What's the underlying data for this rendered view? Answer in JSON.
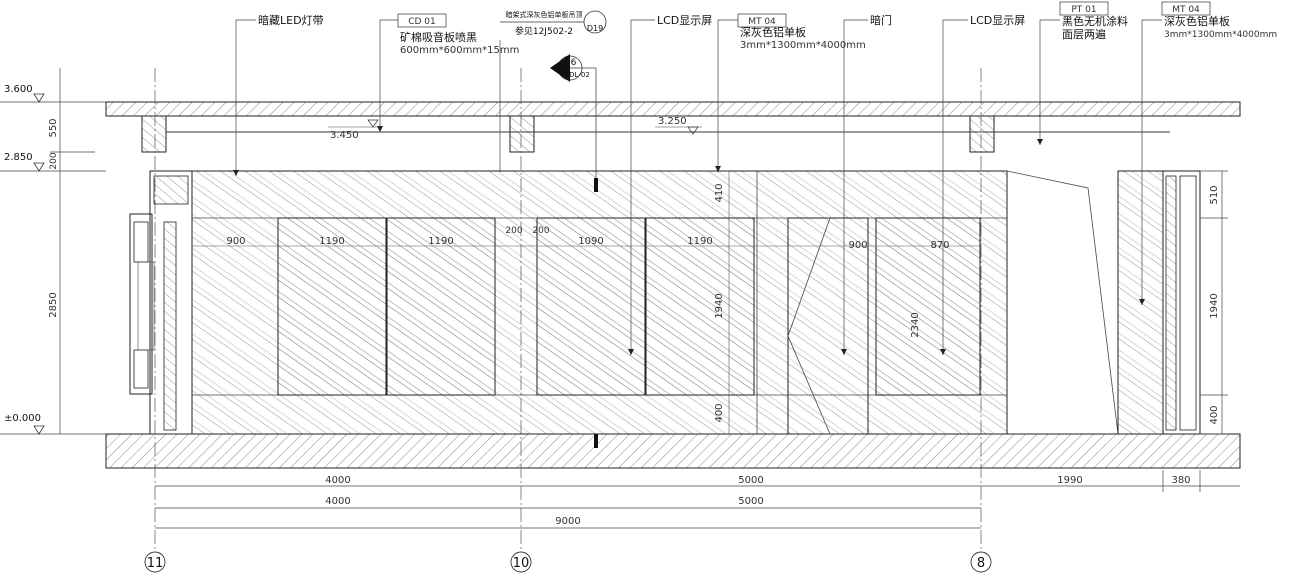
{
  "levels": {
    "top": "3.600",
    "mid": "2.850",
    "base": "±0.000",
    "ceiling_a": "3.450",
    "ceiling_b": "3.250"
  },
  "vertical_dims": {
    "left_550": "550",
    "left_200": "200",
    "left_2850": "2850",
    "right_510": "510",
    "right_1940": "1940",
    "right_400": "400"
  },
  "inner_dims": {
    "h_900a": "900",
    "h_1190a": "1190",
    "h_1190b": "1190",
    "h_200a": "200",
    "h_200b": "200",
    "h_1090": "1090",
    "h_1190c": "1190",
    "h_900b": "900",
    "h_870": "870",
    "v_410": "410",
    "v_1940": "1940",
    "v_400": "400",
    "v_2340": "2340"
  },
  "bottom_dims": {
    "row1_a": "4000",
    "row1_b": "5000",
    "row1_c": "1990",
    "row1_d": "380",
    "row2_a": "4000",
    "row2_b": "5000",
    "total": "9000"
  },
  "annotations": {
    "led": "暗藏LED灯带",
    "cd_code": "CD 01",
    "cd_title": "矿棉吸音板喷黑",
    "cd_spec": "600mm*600mm*15mm",
    "node_title": "暗架式深灰色铝单板吊顶",
    "node_ref": "参见12J502-2",
    "node_tag": "D19",
    "section_top": "D6",
    "section_bottom": "E-DL-02",
    "lcd_a": "LCD显示屏",
    "mt_code_a": "MT 04",
    "mt_title_a": "深灰色铝单板",
    "mt_spec_a": "3mm*1300mm*4000mm",
    "door": "暗门",
    "lcd_b": "LCD显示屏",
    "pt_code": "PT 01",
    "pt_title_a": "黑色无机涂料",
    "pt_title_b": "面层两遍",
    "mt_code_b": "MT 04",
    "mt_title_b": "深灰色铝单板",
    "mt_spec_b": "3mm*1300mm*4000mm"
  },
  "grid_axes": [
    "11",
    "10",
    "8"
  ]
}
